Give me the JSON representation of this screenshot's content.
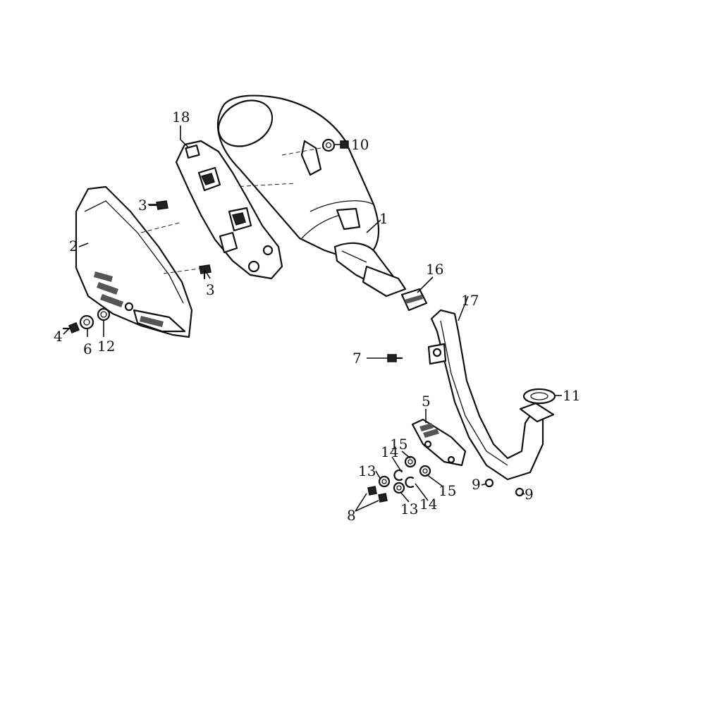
{
  "callouts": [
    {
      "id": "c1",
      "text": "1"
    },
    {
      "id": "c2",
      "text": "2"
    },
    {
      "id": "c3a",
      "text": "3"
    },
    {
      "id": "c3b",
      "text": "3"
    },
    {
      "id": "c4",
      "text": "4"
    },
    {
      "id": "c5",
      "text": "5"
    },
    {
      "id": "c6",
      "text": "6"
    },
    {
      "id": "c7",
      "text": "7"
    },
    {
      "id": "c8",
      "text": "8"
    },
    {
      "id": "c9a",
      "text": "9"
    },
    {
      "id": "c9b",
      "text": "9"
    },
    {
      "id": "c10",
      "text": "10"
    },
    {
      "id": "c11",
      "text": "11"
    },
    {
      "id": "c12",
      "text": "12"
    },
    {
      "id": "c13a",
      "text": "13"
    },
    {
      "id": "c13b",
      "text": "13"
    },
    {
      "id": "c14a",
      "text": "14"
    },
    {
      "id": "c14b",
      "text": "14"
    },
    {
      "id": "c15a",
      "text": "15"
    },
    {
      "id": "c15b",
      "text": "15"
    },
    {
      "id": "c16",
      "text": "16"
    },
    {
      "id": "c17",
      "text": "17"
    },
    {
      "id": "c18",
      "text": "18"
    }
  ]
}
